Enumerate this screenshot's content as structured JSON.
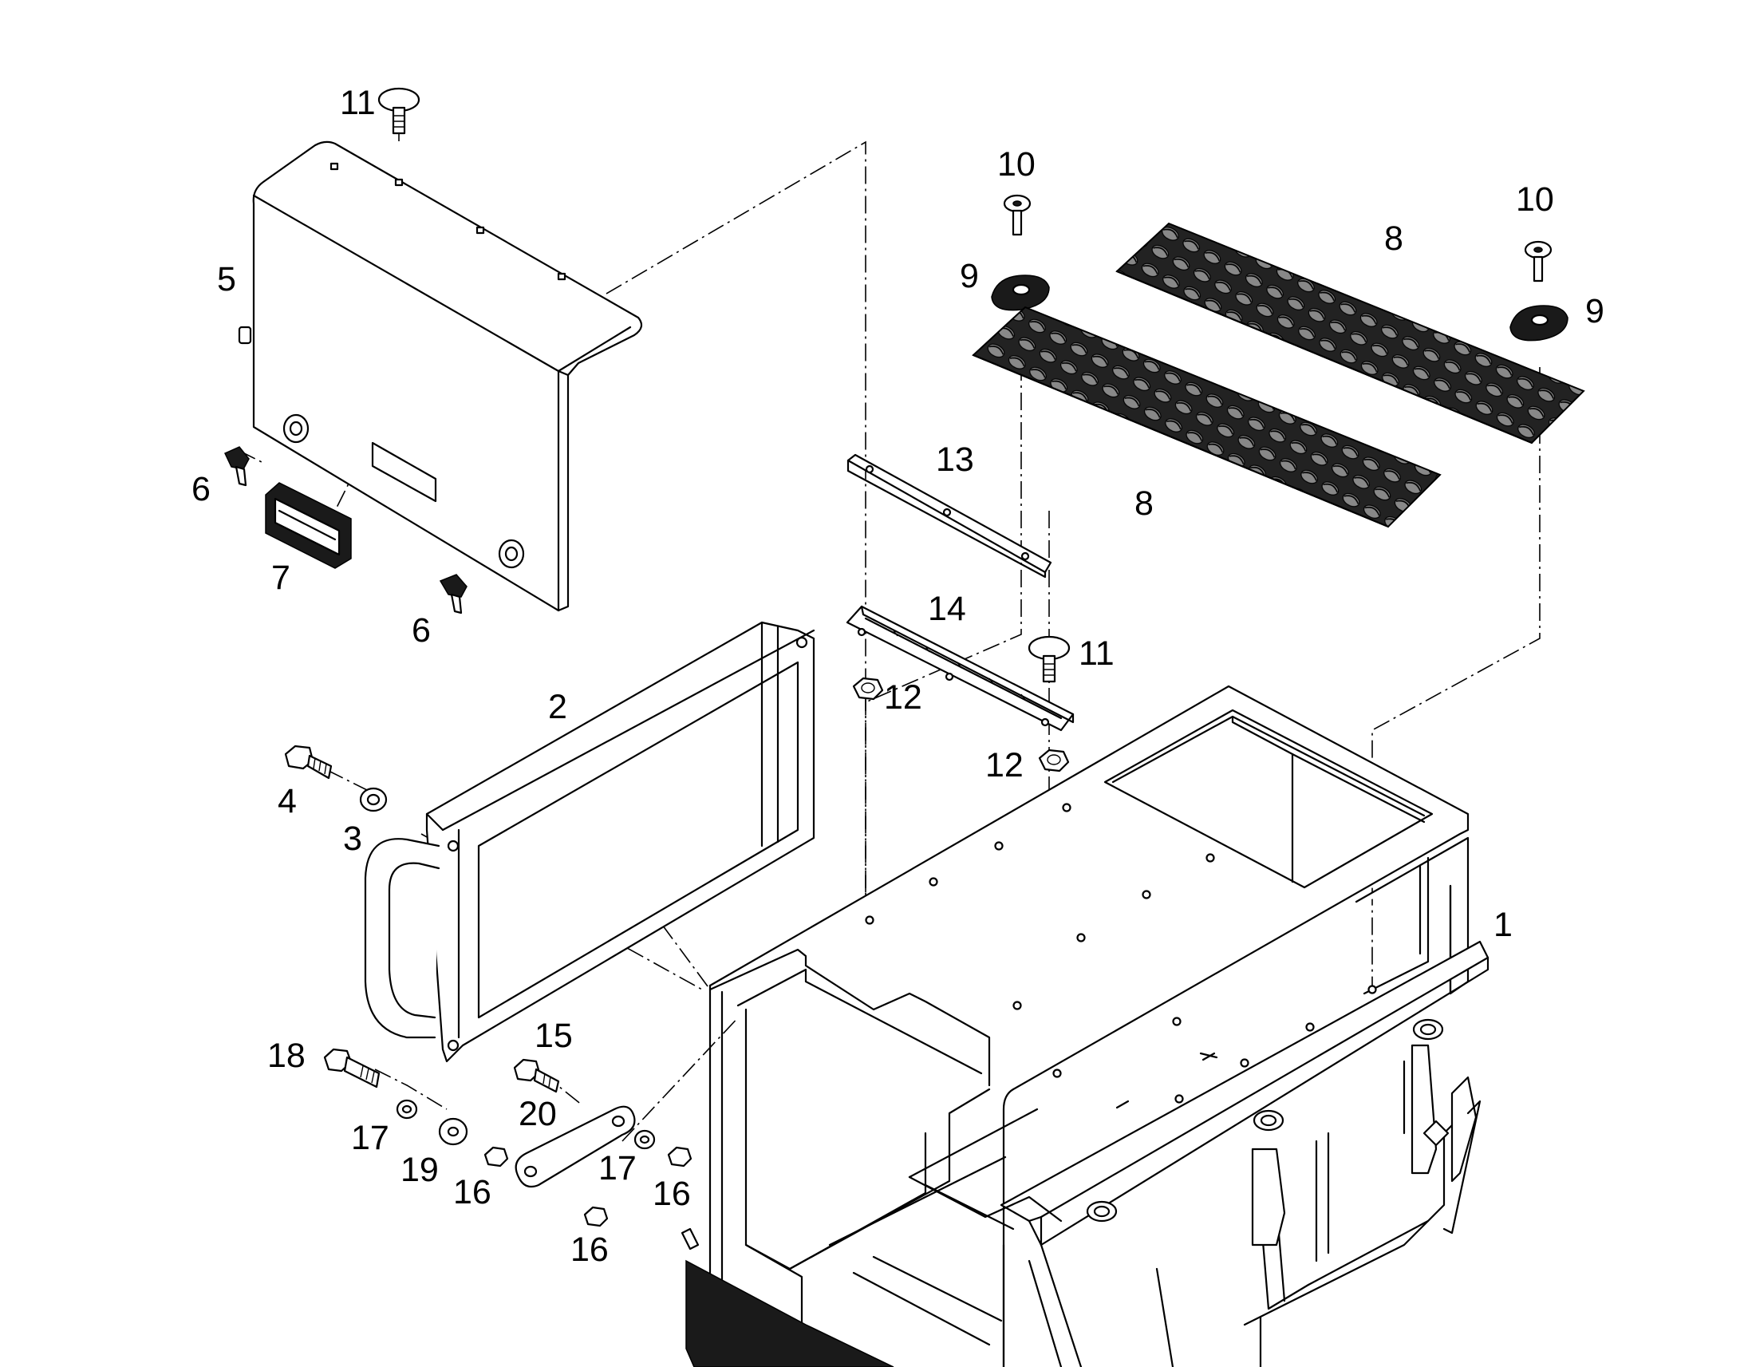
{
  "diagram": {
    "callouts": [
      {
        "id": "c1",
        "text": "1"
      },
      {
        "id": "c2",
        "text": "2"
      },
      {
        "id": "c3",
        "text": "3"
      },
      {
        "id": "c4",
        "text": "4"
      },
      {
        "id": "c5",
        "text": "5"
      },
      {
        "id": "c6a",
        "text": "6"
      },
      {
        "id": "c6b",
        "text": "6"
      },
      {
        "id": "c7",
        "text": "7"
      },
      {
        "id": "c8a",
        "text": "8"
      },
      {
        "id": "c8b",
        "text": "8"
      },
      {
        "id": "c9a",
        "text": "9"
      },
      {
        "id": "c9b",
        "text": "9"
      },
      {
        "id": "c10a",
        "text": "10"
      },
      {
        "id": "c10b",
        "text": "10"
      },
      {
        "id": "c11a",
        "text": "11"
      },
      {
        "id": "c11b",
        "text": "11"
      },
      {
        "id": "c12a",
        "text": "12"
      },
      {
        "id": "c12b",
        "text": "12"
      },
      {
        "id": "c13",
        "text": "13"
      },
      {
        "id": "c14",
        "text": "14"
      },
      {
        "id": "c15",
        "text": "15"
      },
      {
        "id": "c16a",
        "text": "16"
      },
      {
        "id": "c16b",
        "text": "16"
      },
      {
        "id": "c16c",
        "text": "16"
      },
      {
        "id": "c17a",
        "text": "17"
      },
      {
        "id": "c17b",
        "text": "17"
      },
      {
        "id": "c18",
        "text": "18"
      },
      {
        "id": "c19",
        "text": "19"
      },
      {
        "id": "c20",
        "text": "20"
      }
    ],
    "colors": {
      "line": "#000000",
      "background": "#ffffff",
      "rubber": "#1a1a1a"
    }
  }
}
